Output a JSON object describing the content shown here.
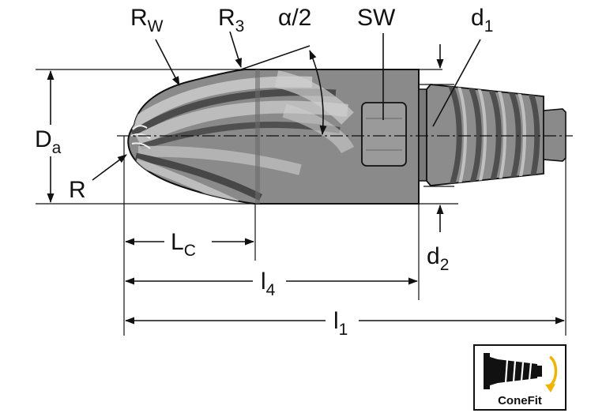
{
  "labels": {
    "rw": {
      "main": "R",
      "sub": "W"
    },
    "r3": {
      "main": "R",
      "sub": "3"
    },
    "alpha": {
      "main": "α/2"
    },
    "sw": {
      "main": "SW"
    },
    "d1": {
      "main": "d",
      "sub": "1"
    },
    "da": {
      "main": "D",
      "sub": "a"
    },
    "r": {
      "main": "R"
    },
    "lc": {
      "main": "L",
      "sub": "C"
    },
    "d2": {
      "main": "d",
      "sub": "2"
    },
    "l4": {
      "main": "l",
      "sub": "4"
    },
    "l1": {
      "main": "l",
      "sub": "1"
    }
  },
  "badge": {
    "text": "ConeFit",
    "icon": "conefit-thread-icon"
  },
  "colors": {
    "tool_body": "#888888",
    "tool_dark": "#5f5f5f",
    "tool_light": "#b4b4b4",
    "line": "#111111",
    "badge_arrow": "#f0b400"
  }
}
